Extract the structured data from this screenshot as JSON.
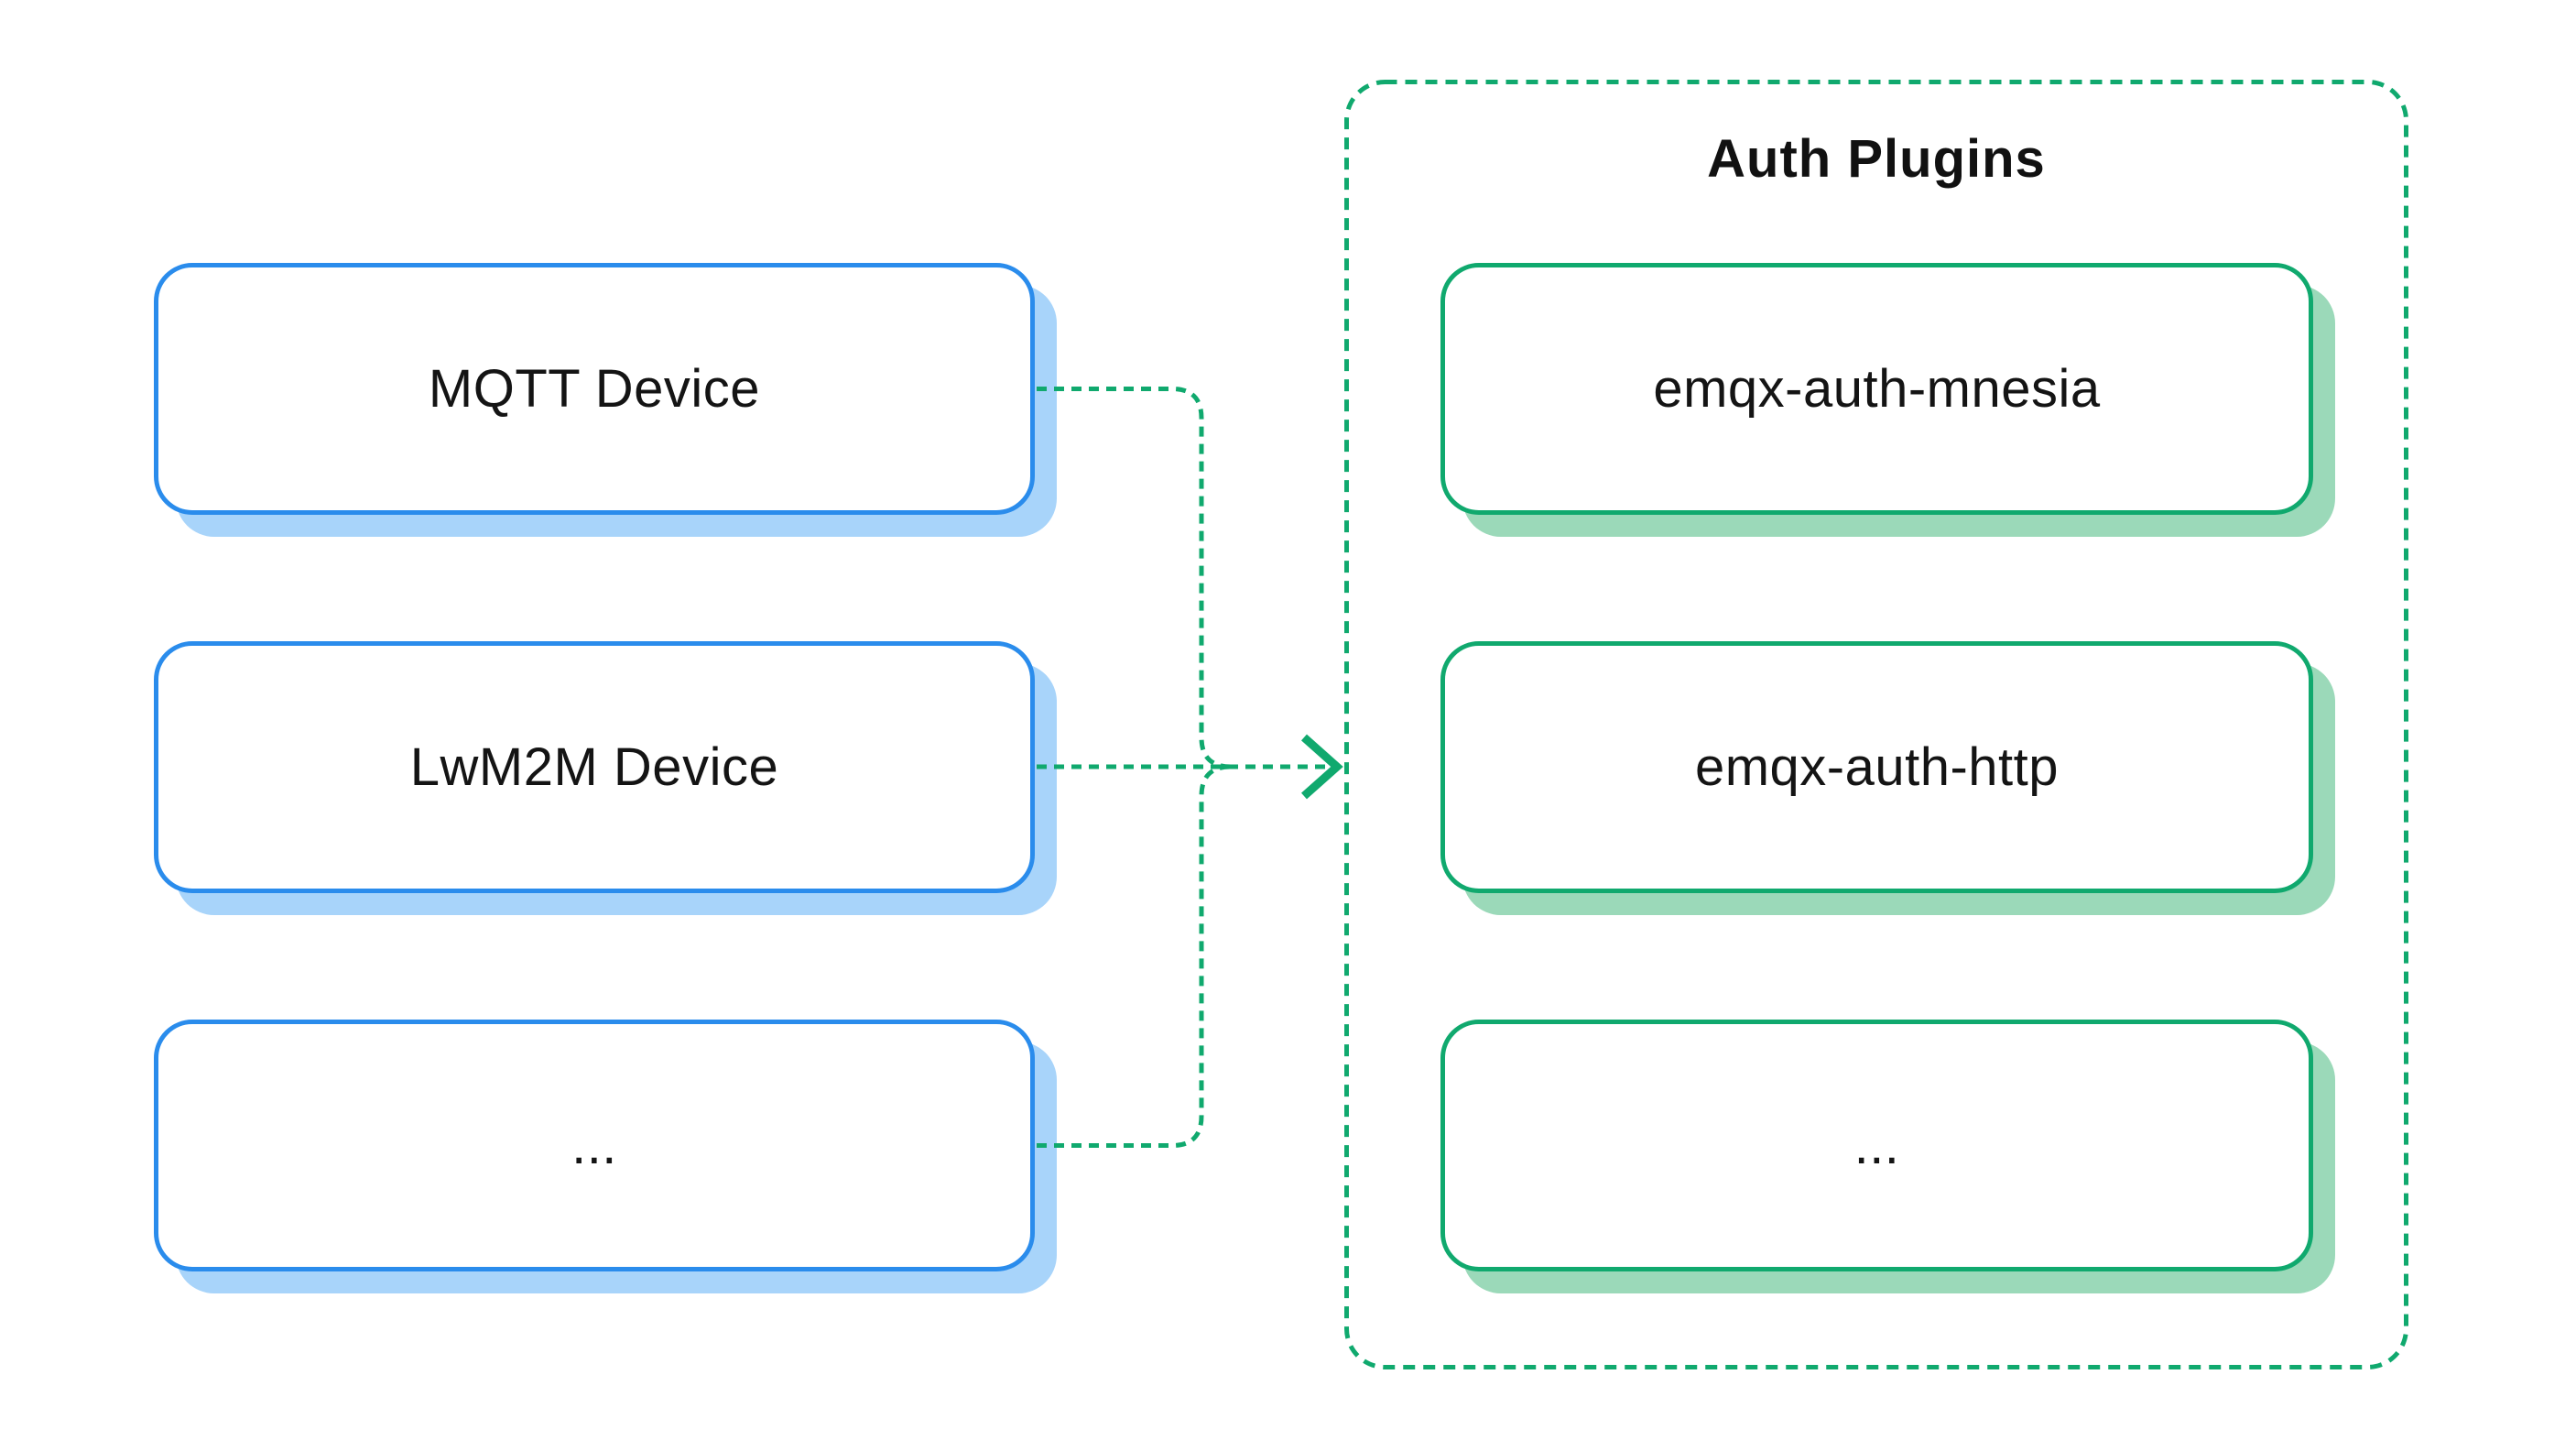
{
  "diagram": {
    "devices": [
      {
        "label": "MQTT Device"
      },
      {
        "label": "LwM2M Device"
      },
      {
        "label": "..."
      }
    ],
    "auth_panel": {
      "title": "Auth Plugins",
      "plugins": [
        {
          "label": "emqx-auth-mnesia"
        },
        {
          "label": "emqx-auth-http"
        },
        {
          "label": "..."
        }
      ]
    },
    "colors": {
      "background": "#FFFFFF",
      "device_border": "#2A8CEC",
      "device_shadow": "#A8D4FA",
      "plugin_border": "#10A96E",
      "plugin_shadow": "#9BD9B9",
      "connector": "#10A96E",
      "text": "#141414"
    }
  }
}
